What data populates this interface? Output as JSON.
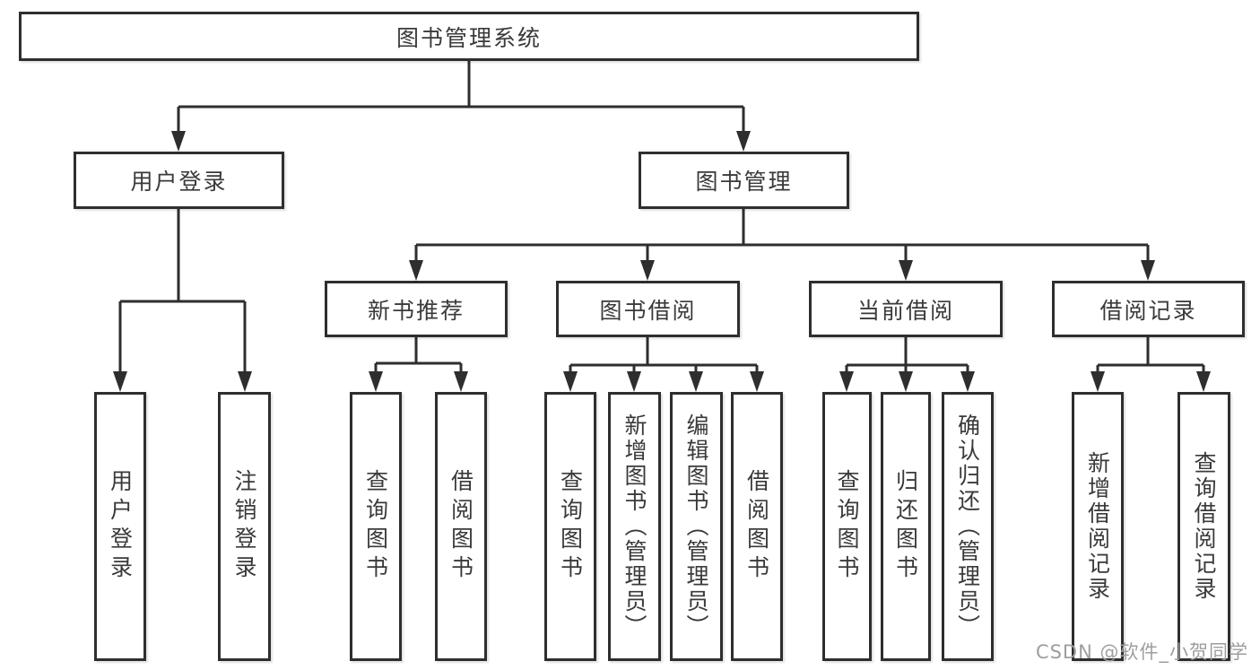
{
  "diagram_type": "hierarchy-tree",
  "watermark": {
    "text": "CSDN @软件_小贺同学"
  },
  "colors": {
    "line": "#2e2e2e",
    "border": "#2e2e2e",
    "text": "#3a3a3a",
    "background": "#ffffff",
    "watermark": "#9e9e9e"
  },
  "tree": {
    "label": "图书管理系统",
    "children": [
      {
        "label": "用户登录",
        "children": [
          {
            "label": "用户登录"
          },
          {
            "label": "注销登录"
          }
        ]
      },
      {
        "label": "图书管理",
        "children": [
          {
            "label": "新书推荐",
            "children": [
              {
                "label": "查询图书"
              },
              {
                "label": "借阅图书"
              }
            ]
          },
          {
            "label": "图书借阅",
            "children": [
              {
                "label": "查询图书"
              },
              {
                "label": "新增图书（管理员）"
              },
              {
                "label": "编辑图书（管理员）"
              },
              {
                "label": "借阅图书"
              }
            ]
          },
          {
            "label": "当前借阅",
            "children": [
              {
                "label": "查询图书"
              },
              {
                "label": "归还图书"
              },
              {
                "label": "确认归还（管理员）"
              }
            ]
          },
          {
            "label": "借阅记录",
            "children": [
              {
                "label": "新增借阅记录"
              },
              {
                "label": "查询借阅记录"
              }
            ]
          }
        ]
      }
    ]
  }
}
